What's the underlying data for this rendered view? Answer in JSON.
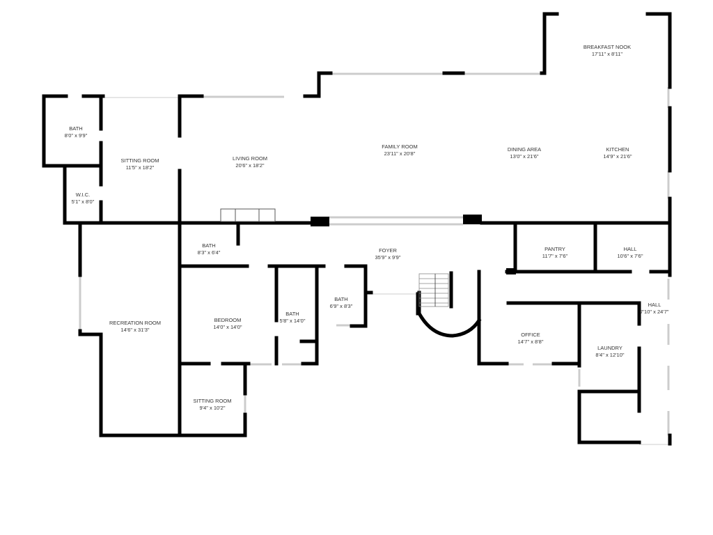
{
  "colors": {
    "wall": "#000000",
    "window": "#cccccc",
    "background": "#ffffff"
  },
  "rooms": [
    {
      "name": "BATH",
      "size": "8'0\" x 9'9\""
    },
    {
      "name": "W.I.C.",
      "size": "5'1\" x 8'0\""
    },
    {
      "name": "SITTING ROOM",
      "size": "11'5\" x 18'2\""
    },
    {
      "name": "LIVING ROOM",
      "size": "20'6\" x 18'2\""
    },
    {
      "name": "FAMILY ROOM",
      "size": "23'11\" x 20'8\""
    },
    {
      "name": "DINING AREA",
      "size": "13'0\" x 21'6\""
    },
    {
      "name": "KITCHEN",
      "size": "14'9\" x 21'6\""
    },
    {
      "name": "BREAKFAST NOOK",
      "size": "17'11\" x 8'11\""
    },
    {
      "name": "BATH",
      "size": "8'3\" x 6'4\""
    },
    {
      "name": "FOYER",
      "size": "35'9\" x 9'9\""
    },
    {
      "name": "PANTRY",
      "size": "11'7\" x 7'6\""
    },
    {
      "name": "HALL",
      "size": "10'6\" x 7'6\""
    },
    {
      "name": "HALL",
      "size": "7'10\" x 24'7\""
    },
    {
      "name": "RECREATION ROOM",
      "size": "14'6\" x 31'3\""
    },
    {
      "name": "BEDROOM",
      "size": "14'0\" x 14'0\""
    },
    {
      "name": "BATH",
      "size": "5'8\" x 14'0\""
    },
    {
      "name": "BATH",
      "size": "6'9\" x 8'3\""
    },
    {
      "name": "OFFICE",
      "size": "14'7\" x 8'8\""
    },
    {
      "name": "LAUNDRY",
      "size": "8'4\" x 12'10\""
    },
    {
      "name": "SITTING ROOM",
      "size": "9'4\" x 10'2\""
    }
  ]
}
